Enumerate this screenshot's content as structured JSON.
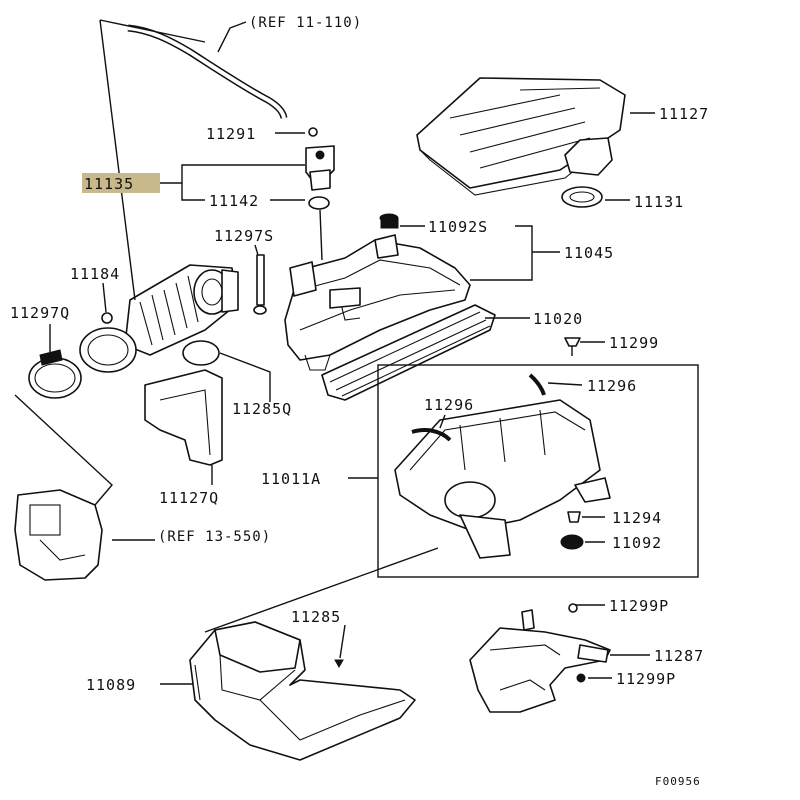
{
  "diagram": {
    "figure_code": "F00956",
    "highlight_color": "#c8b98a",
    "refs": [
      {
        "id": "ref-11-110",
        "text": "(REF 11-110)"
      },
      {
        "id": "ref-13-550",
        "text": "(REF 13-550)"
      }
    ],
    "parts": [
      {
        "id": "11127",
        "text": "11127"
      },
      {
        "id": "11131",
        "text": "11131"
      },
      {
        "id": "11291",
        "text": "11291"
      },
      {
        "id": "11135",
        "text": "11135"
      },
      {
        "id": "11142",
        "text": "11142"
      },
      {
        "id": "11092S",
        "text": "11092S"
      },
      {
        "id": "11045",
        "text": "11045"
      },
      {
        "id": "11297S",
        "text": "11297S"
      },
      {
        "id": "11184",
        "text": "11184"
      },
      {
        "id": "11297Q",
        "text": "11297Q"
      },
      {
        "id": "11020",
        "text": "11020"
      },
      {
        "id": "11299",
        "text": "11299"
      },
      {
        "id": "11296a",
        "text": "11296"
      },
      {
        "id": "11296b",
        "text": "11296"
      },
      {
        "id": "11285Q",
        "text": "11285Q"
      },
      {
        "id": "11011A",
        "text": "11011A"
      },
      {
        "id": "11127Q",
        "text": "11127Q"
      },
      {
        "id": "11294",
        "text": "11294"
      },
      {
        "id": "11092",
        "text": "11092"
      },
      {
        "id": "11285",
        "text": "11285"
      },
      {
        "id": "11299Pa",
        "text": "11299P"
      },
      {
        "id": "11287",
        "text": "11287"
      },
      {
        "id": "11089",
        "text": "11089"
      },
      {
        "id": "11299Pb",
        "text": "11299P"
      }
    ]
  }
}
